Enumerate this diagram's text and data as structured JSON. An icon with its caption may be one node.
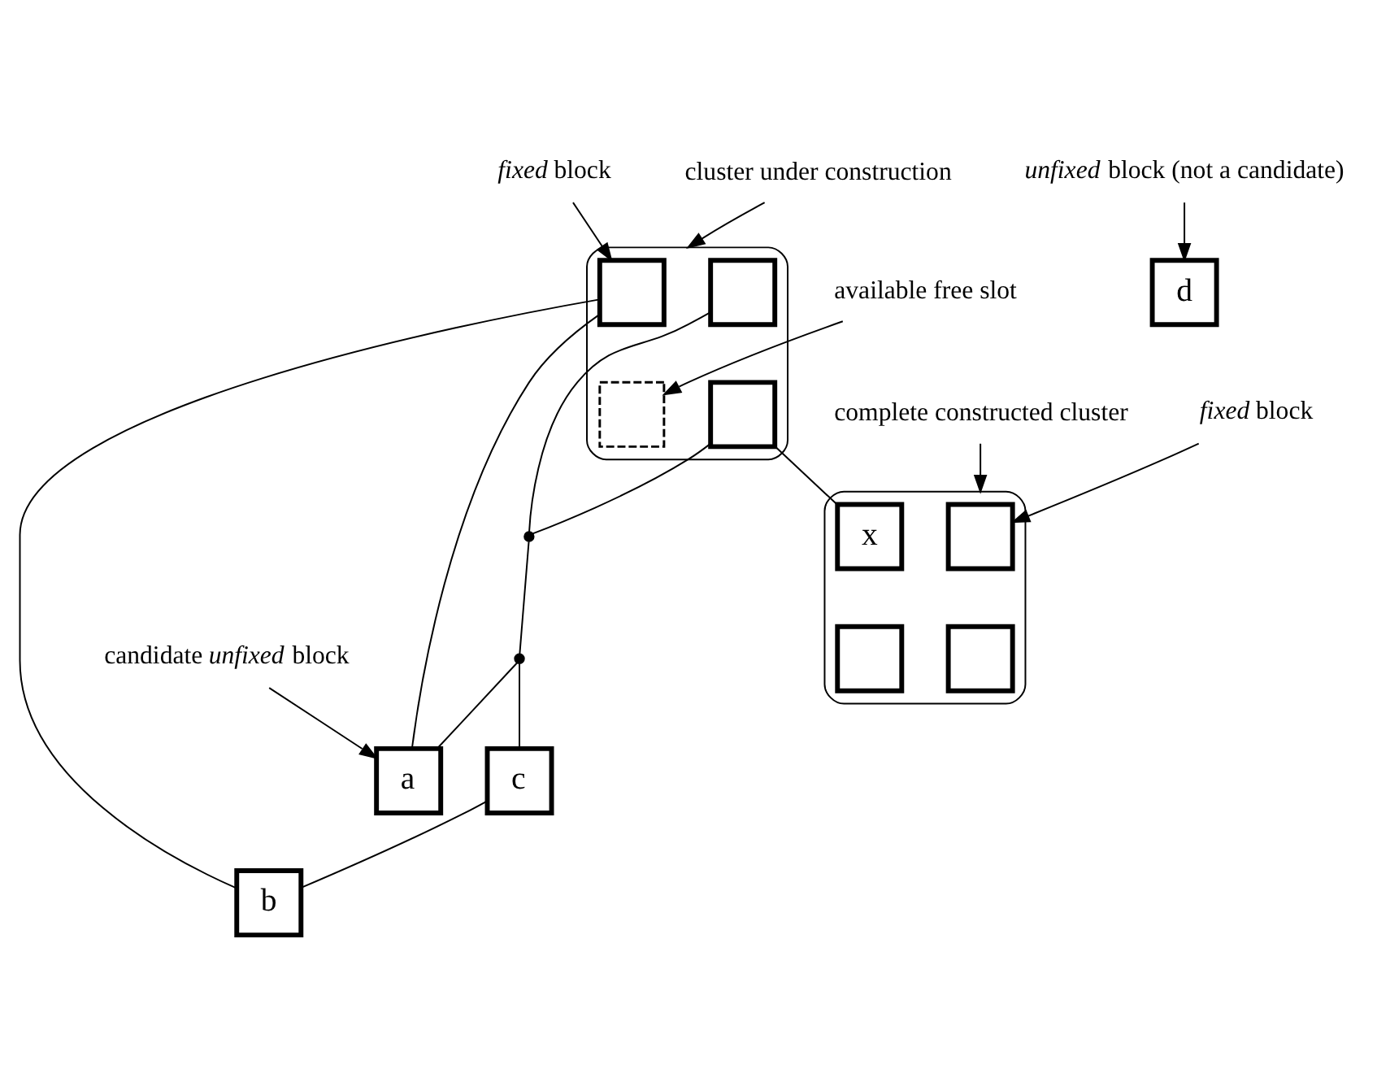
{
  "diagram": {
    "nodes": [
      {
        "text": [],
        "shape": "box"
      },
      {
        "text": [],
        "shape": "box",
        "in": 0
      },
      {
        "text": [],
        "shape": "box",
        "in": 0
      },
      {
        "text": [],
        "shape": "box",
        "in": 0
      },
      {
        "text": [],
        "shape": "box",
        "in": 0
      },
      {
        "text": [
          "a"
        ]
      },
      {
        "text": [
          "b"
        ]
      },
      {
        "text": [
          "c"
        ]
      },
      {
        "text": [],
        "shape": "circle"
      },
      {
        "text": [],
        "shape": "circle"
      },
      {
        "text": [
          "d"
        ]
      },
      {
        "text": [],
        "shape": "box"
      },
      {
        "text": [],
        "shape": "box",
        "in": 11
      },
      {
        "text": [
          "x"
        ],
        "in": 11
      },
      {
        "text": [],
        "shape": "box",
        "in": 11
      },
      {
        "text": [],
        "shape": "box",
        "in": 11
      },
      {
        "text": [
          "*fixed* block"
        ]
      },
      {
        "text": [
          "cluster under construction"
        ]
      },
      {
        "text": [
          "available free slot"
        ]
      },
      {
        "text": [
          "candidate *unfixed* block"
        ]
      },
      {
        "text": [
          "*fixed* block"
        ]
      },
      {
        "text": [
          "complete constructed cluster"
        ]
      },
      {
        "text": [
          "*unfixed* block (not a candidate)"
        ]
      }
    ],
    "edges": [
      {
        "from": 1,
        "to": 5,
        "arrow": "none"
      },
      {
        "from": 1,
        "to": 6,
        "arrow": "none"
      },
      {
        "from": 2,
        "to": 8,
        "arrow": "none"
      },
      {
        "from": 4,
        "to": 8,
        "arrow": "none"
      },
      {
        "from": 8,
        "to": 9,
        "arrow": "none"
      },
      {
        "from": 9,
        "to": 5,
        "arrow": "none"
      },
      {
        "from": 9,
        "to": 7,
        "arrow": "none"
      },
      {
        "from": 7,
        "to": 6,
        "arrow": "none"
      },
      {
        "from": 4,
        "to": 13,
        "arrow": "none"
      },
      {
        "from": 16,
        "to": 1,
        "arrow": "to"
      },
      {
        "from": 17,
        "to": 0,
        "arrow": "to"
      },
      {
        "from": 18,
        "to": 3,
        "arrow": "to"
      },
      {
        "from": 19,
        "to": 5,
        "arrow": "to"
      },
      {
        "from": 20,
        "to": 12,
        "arrow": "to"
      },
      {
        "from": 21,
        "to": 11,
        "arrow": "to"
      },
      {
        "from": 22,
        "to": 10,
        "arrow": "to"
      }
    ]
  }
}
